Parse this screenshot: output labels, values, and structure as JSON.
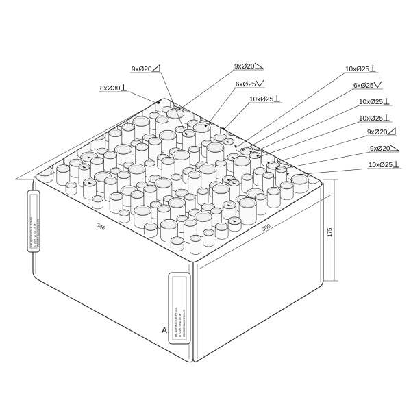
{
  "callouts": [
    {
      "text": "9xØ20",
      "symbol": "angle"
    },
    {
      "text": "9xØ20",
      "symbol": "cone"
    },
    {
      "text": "8xØ30",
      "symbol": "perp"
    },
    {
      "text": "6xØ25",
      "symbol": "v"
    },
    {
      "text": "10xØ25",
      "symbol": "perp"
    },
    {
      "text": "10xØ25",
      "symbol": "perp"
    },
    {
      "text": "6xØ25",
      "symbol": "v"
    },
    {
      "text": "10xØ25",
      "symbol": "perp"
    },
    {
      "text": "10xØ25",
      "symbol": "perp"
    },
    {
      "text": "9xØ20",
      "symbol": "angle"
    },
    {
      "text": "9xØ20",
      "symbol": "cone"
    },
    {
      "text": "10xØ25",
      "symbol": "perp"
    }
  ],
  "dimensions": {
    "left_depth": "346",
    "front_width": "300",
    "height": "175"
  },
  "view_label": "A",
  "label_lines": [
    "НЕ ДЕРЖАТЬ В РУКАХ",
    "ОТОЙТИ НА 25 М",
    "ПОСЛЕ ЗАЖИГАНИЯ"
  ]
}
